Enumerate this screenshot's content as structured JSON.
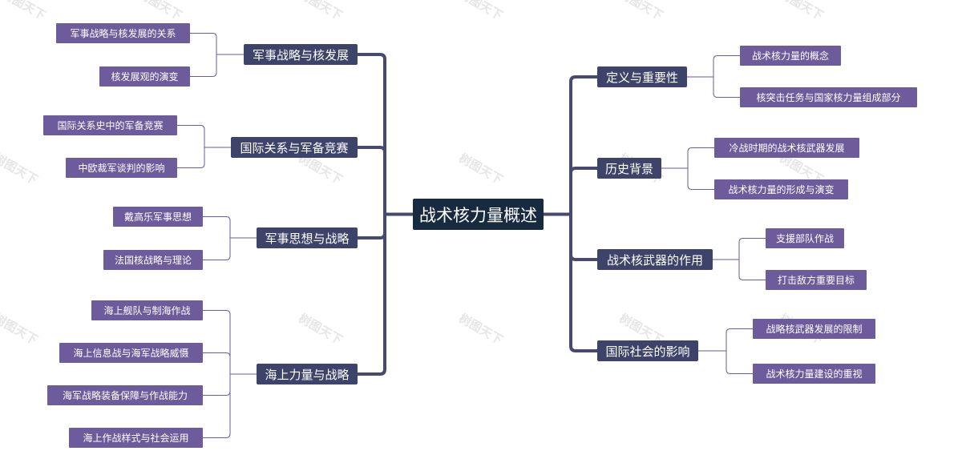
{
  "watermark": "树图天下",
  "root": {
    "id": "root",
    "label": "战术核力量概述"
  },
  "left_branches": [
    {
      "id": "L1",
      "label": "军事战略与核发展",
      "children": [
        {
          "id": "L1a",
          "label": "军事战略与核发展的关系"
        },
        {
          "id": "L1b",
          "label": "核发展观的演变"
        }
      ]
    },
    {
      "id": "L2",
      "label": "国际关系与军备竞赛",
      "children": [
        {
          "id": "L2a",
          "label": "国际关系史中的军备竞赛"
        },
        {
          "id": "L2b",
          "label": "中欧裁军谈判的影响"
        }
      ]
    },
    {
      "id": "L3",
      "label": "军事思想与战略",
      "children": [
        {
          "id": "L3a",
          "label": "戴高乐军事思想"
        },
        {
          "id": "L3b",
          "label": "法国核战略与理论"
        }
      ]
    },
    {
      "id": "L4",
      "label": "海上力量与战略",
      "children": [
        {
          "id": "L4a",
          "label": "海上舰队与制海作战"
        },
        {
          "id": "L4b",
          "label": "海上信息战与海军战略威慑"
        },
        {
          "id": "L4c",
          "label": "海军战略装备保障与作战能力"
        },
        {
          "id": "L4d",
          "label": "海上作战样式与社会运用"
        }
      ]
    }
  ],
  "right_branches": [
    {
      "id": "R1",
      "label": "定义与重要性",
      "children": [
        {
          "id": "R1a",
          "label": "战术核力量的概念"
        },
        {
          "id": "R1b",
          "label": "核突击任务与国家核力量组成部分"
        }
      ]
    },
    {
      "id": "R2",
      "label": "历史背景",
      "children": [
        {
          "id": "R2a",
          "label": "冷战时期的战术核武器发展"
        },
        {
          "id": "R2b",
          "label": "战术核力量的形成与演变"
        }
      ]
    },
    {
      "id": "R3",
      "label": "战术核武器的作用",
      "children": [
        {
          "id": "R3a",
          "label": "支援部队作战"
        },
        {
          "id": "R3b",
          "label": "打击敌方重要目标"
        }
      ]
    },
    {
      "id": "R4",
      "label": "国际社会的影响",
      "children": [
        {
          "id": "R4a",
          "label": "战略核武器发展的限制"
        },
        {
          "id": "R4b",
          "label": "战术核力量建设的重视"
        }
      ]
    }
  ],
  "colors": {
    "root": "#172a40",
    "branch": "#3d4369",
    "leaf": "#6e5b9b",
    "trunk_line": "#464a6e",
    "leaf_line": "#6e5b9b"
  }
}
